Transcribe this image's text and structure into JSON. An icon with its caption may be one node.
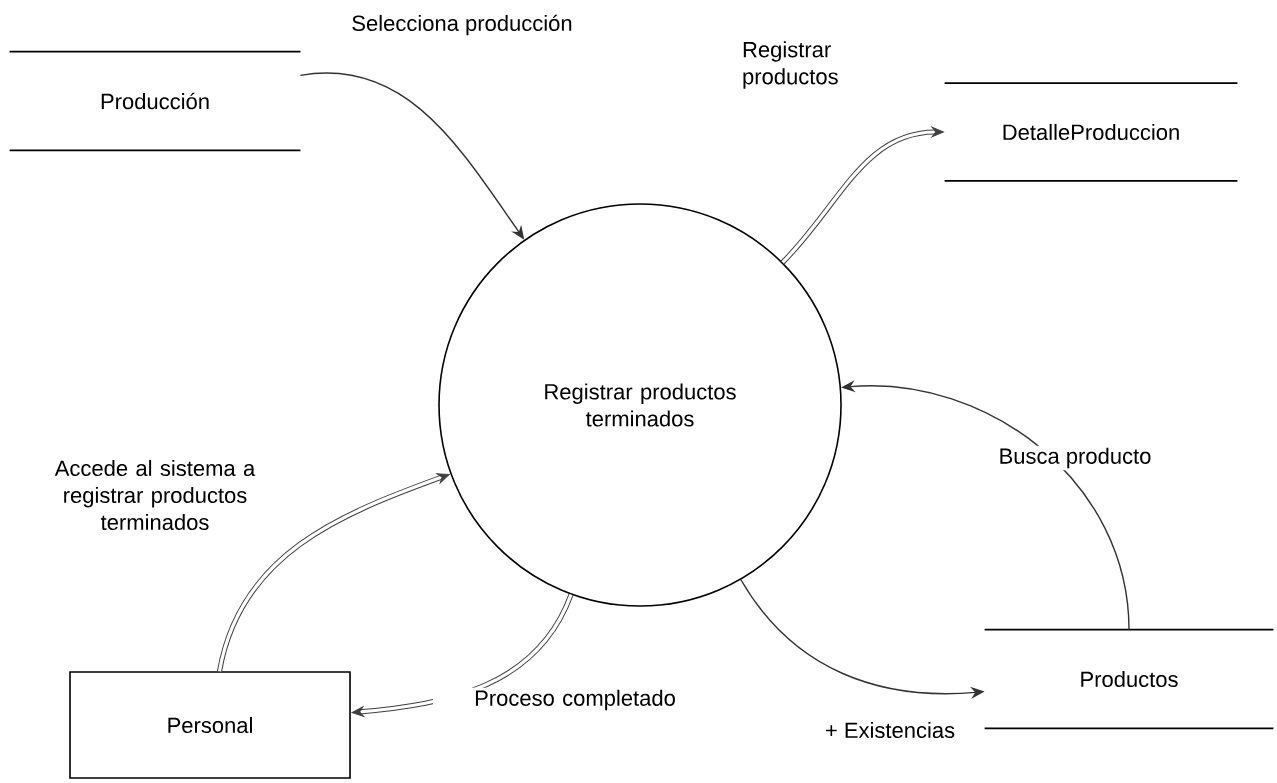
{
  "diagram": {
    "nodes": [
      {
        "text": [
          "Producción"
        ]
      },
      {
        "text": [
          "DetalleProduccion"
        ]
      },
      {
        "text": [
          "Registrar productos terminados"
        ]
      },
      {
        "text": [
          "Personal"
        ]
      },
      {
        "text": [
          "Productos"
        ]
      }
    ],
    "edges": [
      {
        "from": 0,
        "to": 2,
        "arrow": "to",
        "label": "Selecciona producción"
      },
      {
        "from": 2,
        "to": 1,
        "arrow": "to",
        "label": "Registrar productos",
        "style": "thick"
      },
      {
        "from": 4,
        "to": 2,
        "arrow": "to",
        "label": "Busca producto"
      },
      {
        "from": 3,
        "to": 2,
        "arrow": "to",
        "label": "Accede al sistema a registrar productos terminados",
        "style": "thick"
      },
      {
        "from": 2,
        "to": 3,
        "arrow": "to",
        "label": "Proceso completado",
        "style": "thick"
      },
      {
        "from": 2,
        "to": 4,
        "arrow": "to",
        "label": "+ Existencias"
      }
    ]
  }
}
